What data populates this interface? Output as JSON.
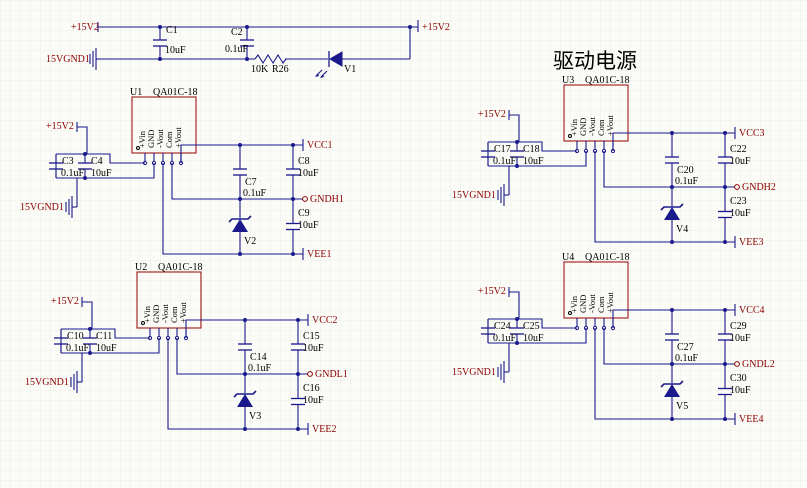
{
  "title": "驱动电源",
  "top": {
    "net_in": "+15V2",
    "net_out": "+15V2",
    "gnd": "15VGND1",
    "c1": {
      "ref": "C1",
      "value": "10uF"
    },
    "c2": {
      "ref": "C2",
      "value": "0.1uF"
    },
    "r26": {
      "ref": "R26",
      "value": "10K"
    },
    "v1": {
      "ref": "V1"
    }
  },
  "modules": [
    {
      "ref": "U1",
      "part": "QA01C-18",
      "pins": [
        "+Vin",
        "GND",
        "-Vout",
        "Com",
        "+Vout"
      ],
      "in_net": "+15V2",
      "gnd_net": "15VGND1",
      "cin_a": {
        "ref": "C3",
        "value": "0.1uF"
      },
      "cin_b": {
        "ref": "C4",
        "value": "10uF"
      },
      "vcc": "VCC1",
      "gnd_out": "GNDH1",
      "vee": "VEE1",
      "cm": {
        "ref": "C7",
        "value": "0.1uF"
      },
      "ct": {
        "ref": "C8",
        "value": "10uF"
      },
      "cb": {
        "ref": "C9",
        "value": "10uF"
      },
      "zener": "V2"
    },
    {
      "ref": "U2",
      "part": "QA01C-18",
      "pins": [
        "+Vin",
        "GND",
        "-Vout",
        "Com",
        "+Vout"
      ],
      "in_net": "+15V2",
      "gnd_net": "15VGND1",
      "cin_a": {
        "ref": "C10",
        "value": "0.1uF"
      },
      "cin_b": {
        "ref": "C11",
        "value": "10uF"
      },
      "vcc": "VCC2",
      "gnd_out": "GNDL1",
      "vee": "VEE2",
      "cm": {
        "ref": "C14",
        "value": "0.1uF"
      },
      "ct": {
        "ref": "C15",
        "value": "10uF"
      },
      "cb": {
        "ref": "C16",
        "value": "10uF"
      },
      "zener": "V3"
    },
    {
      "ref": "U3",
      "part": "QA01C-18",
      "pins": [
        "+Vin",
        "GND",
        "-Vout",
        "Com",
        "+Vout"
      ],
      "in_net": "+15V2",
      "gnd_net": "15VGND1",
      "cin_a": {
        "ref": "C17",
        "value": "0.1uF"
      },
      "cin_b": {
        "ref": "C18",
        "value": "10uF"
      },
      "vcc": "VCC3",
      "gnd_out": "GNDH2",
      "vee": "VEE3",
      "cm": {
        "ref": "C20",
        "value": "0.1uF"
      },
      "ct": {
        "ref": "C22",
        "value": "10uF"
      },
      "cb": {
        "ref": "C23",
        "value": "10uF"
      },
      "zener": "V4"
    },
    {
      "ref": "U4",
      "part": "QA01C-18",
      "pins": [
        "+Vin",
        "GND",
        "-Vout",
        "Com",
        "+Vout"
      ],
      "in_net": "+15V2",
      "gnd_net": "15VGND1",
      "cin_a": {
        "ref": "C24",
        "value": "0.1uF"
      },
      "cin_b": {
        "ref": "C25",
        "value": "10uF"
      },
      "vcc": "VCC4",
      "gnd_out": "GNDL2",
      "vee": "VEE4",
      "cm": {
        "ref": "C27",
        "value": "0.1uF"
      },
      "ct": {
        "ref": "C29",
        "value": "10uF"
      },
      "cb": {
        "ref": "C30",
        "value": "10uF"
      },
      "zener": "V5"
    }
  ]
}
